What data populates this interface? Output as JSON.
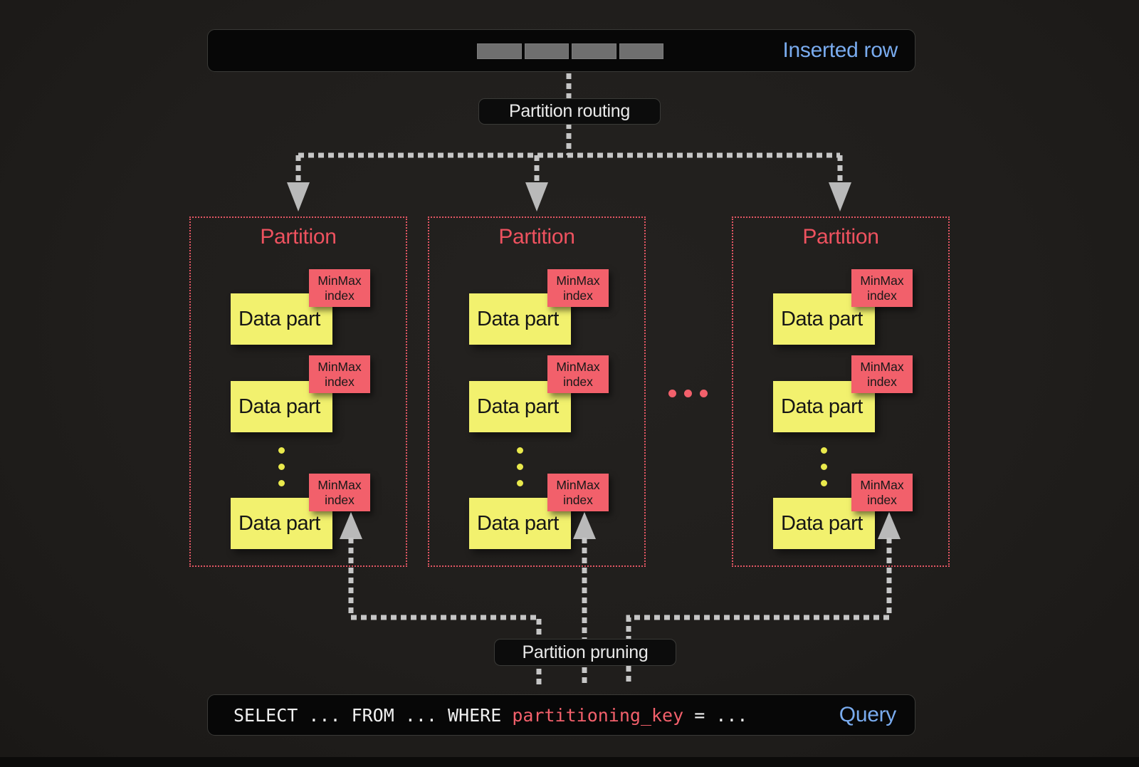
{
  "colors": {
    "blue": "#79abee",
    "red": "#ee525f",
    "salmon": "#f2606b",
    "yellow": "#f2f16e",
    "border-red": "#e25663",
    "line-gray": "#c6c6c6"
  },
  "inserted_row": {
    "label": "Inserted row",
    "cells": 4
  },
  "labels": {
    "routing": "Partition routing",
    "pruning": "Partition pruning",
    "data_part": "Data part",
    "minmax": "MinMax index"
  },
  "partitions": [
    {
      "title": "Partition"
    },
    {
      "title": "Partition"
    },
    {
      "title": "Partition"
    }
  ],
  "query": {
    "prefix": "SELECT ... FROM ... WHERE ",
    "keyword": "partitioning_key",
    "suffix": " = ...",
    "label": "Query"
  }
}
